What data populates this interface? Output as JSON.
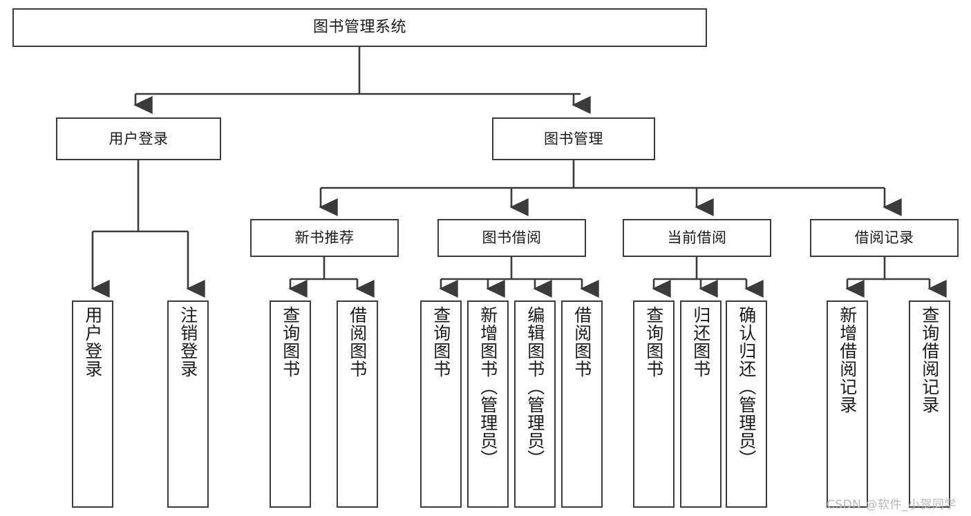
{
  "diagram": {
    "type": "tree-hierarchy",
    "title": "图书管理系统",
    "background_color": "#ffffff",
    "line_color": "#3b3b3b",
    "box_fill": "#ffffff",
    "text_color": "#1a1a1a"
  },
  "nodes": {
    "root": {
      "label": "图书管理系统"
    },
    "level2": [
      {
        "label": "用户登录"
      },
      {
        "label": "图书管理"
      }
    ],
    "level3": [
      {
        "label": "新书推荐"
      },
      {
        "label": "图书借阅"
      },
      {
        "label": "当前借阅"
      },
      {
        "label": "借阅记录"
      }
    ],
    "leaves": {
      "user_login": [
        {
          "label": "用户登录"
        },
        {
          "label": "注销登录"
        }
      ],
      "new_book_recommend": [
        {
          "label": "查询图书"
        },
        {
          "label": "借阅图书"
        }
      ],
      "book_borrow": [
        {
          "label": "查询图书"
        },
        {
          "label": "新增图书（管理员）"
        },
        {
          "label": "编辑图书（管理员）"
        },
        {
          "label": "借阅图书"
        }
      ],
      "current_borrow": [
        {
          "label": "查询图书"
        },
        {
          "label": "归还图书"
        },
        {
          "label": "确认归还（管理员）"
        }
      ],
      "borrow_record": [
        {
          "label": "新增借阅记录"
        },
        {
          "label": "查询借阅记录"
        }
      ]
    }
  },
  "watermark": {
    "text": "CSDN @软件_小贺同学",
    "color": "#b9b9b9"
  }
}
